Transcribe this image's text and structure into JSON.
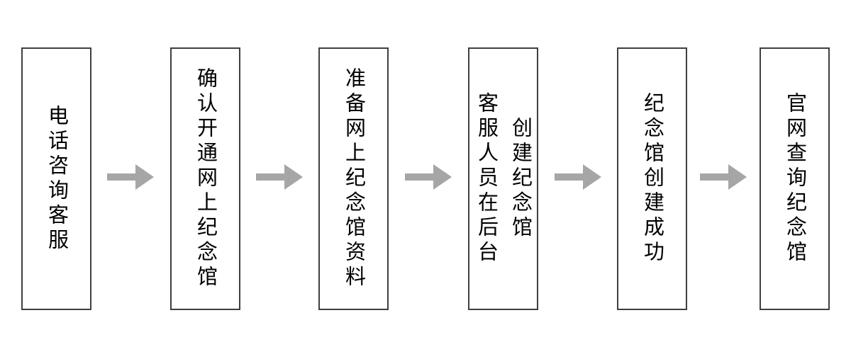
{
  "flowchart": {
    "title": "memorial-hall-creation-process",
    "colors": {
      "background": "#ffffff",
      "box_border": "#3f3f3f",
      "text": "#000000",
      "arrow": "#a6a6a6"
    },
    "steps": [
      {
        "label": "电话咨询客服"
      },
      {
        "label": "确认开通网上纪念馆"
      },
      {
        "label": "准备网上纪念馆资料"
      },
      {
        "label": "客服人员在后台\n创建纪念馆"
      },
      {
        "label": "纪念馆创建成功"
      },
      {
        "label": "官网查询纪念馆"
      }
    ],
    "connector": "right-arrow"
  }
}
